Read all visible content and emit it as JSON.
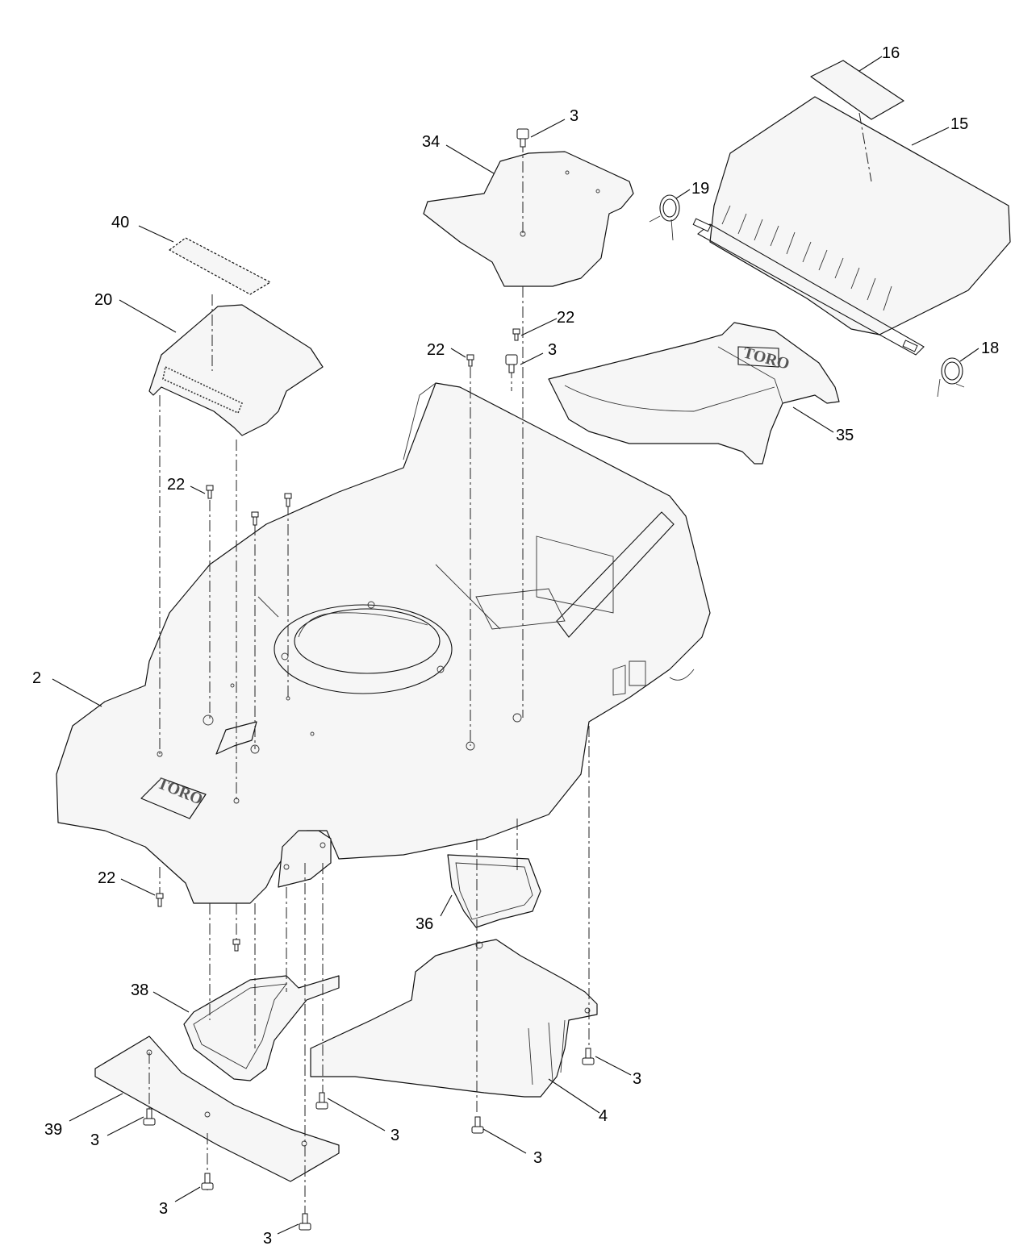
{
  "callouts": {
    "c16": "16",
    "c15": "15",
    "c3_top": "3",
    "c34": "34",
    "c19": "19",
    "c40": "40",
    "c20": "20",
    "c22_a": "22",
    "c22_b": "22",
    "c3_mid": "3",
    "c18": "18",
    "c35": "35",
    "c22_c": "22",
    "c2": "2",
    "c22_d": "22",
    "c36": "36",
    "c38": "38",
    "c3_r": "3",
    "c4": "4",
    "c39": "39",
    "c3_b1": "3",
    "c3_b2": "3",
    "c3_l1": "3",
    "c3_l2": "3",
    "c3_l3": "3"
  },
  "logos": {
    "deck_logo": "TORO",
    "chute_logo": "TORO"
  },
  "colors": {
    "line": "#111111",
    "part_fill": "#f6f6f6",
    "background": "#ffffff"
  }
}
